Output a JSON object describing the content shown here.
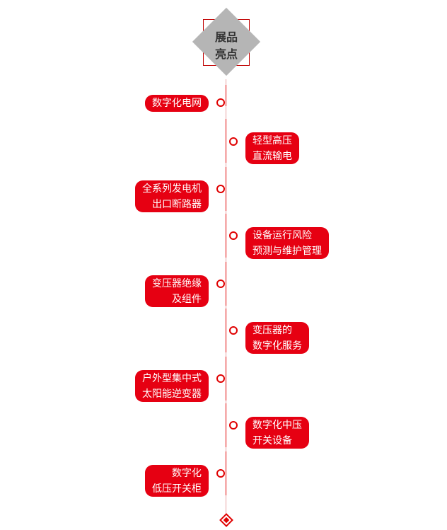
{
  "header": {
    "title": "展品\n亮点"
  },
  "items": [
    {
      "label": "数字化电网",
      "side": "left"
    },
    {
      "label": "轻型高压\n直流输电",
      "side": "right"
    },
    {
      "label": "全系列发电机\n出口断路器",
      "side": "left"
    },
    {
      "label": "设备运行风险\n预测与维护管理",
      "side": "right"
    },
    {
      "label": "变压器绝缘\n及组件",
      "side": "left"
    },
    {
      "label": "变压器的\n数字化服务",
      "side": "right"
    },
    {
      "label": "户外型集中式\n太阳能逆变器",
      "side": "left"
    },
    {
      "label": "数字化中压\n开关设备",
      "side": "right"
    },
    {
      "label": "数字化\n低压开关柜",
      "side": "left"
    }
  ],
  "colors": {
    "accent": "#e60012",
    "diamond": "#b5b5b5",
    "axis": "#e6a3a3"
  }
}
